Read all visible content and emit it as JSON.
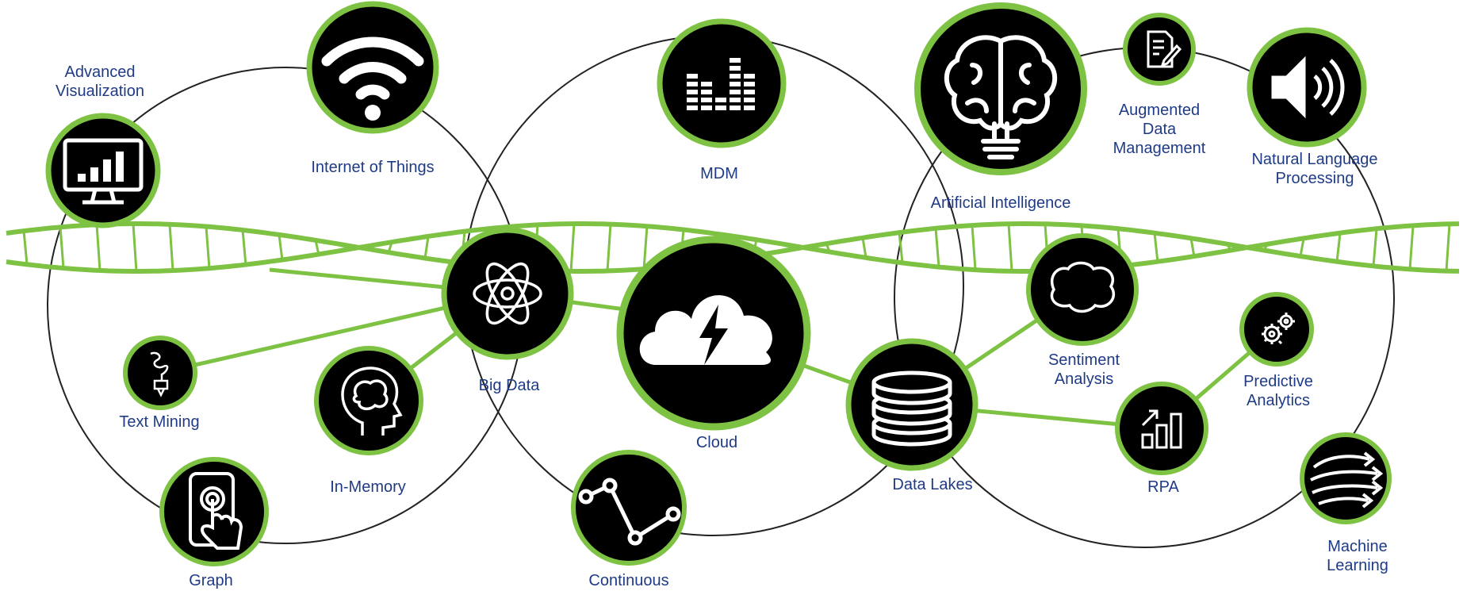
{
  "nodes": [
    {
      "id": "advanced-visualization",
      "label": "Advanced\nVisualization",
      "icon": "monitor-bar-chart-icon"
    },
    {
      "id": "internet-of-things",
      "label": "Internet of Things",
      "icon": "wifi-icon"
    },
    {
      "id": "mdm",
      "label": "MDM",
      "icon": "equalizer-icon"
    },
    {
      "id": "artificial-intelligence",
      "label": "Artificial Intelligence",
      "icon": "brain-bulb-icon"
    },
    {
      "id": "augmented-data-management",
      "label": "Augmented\nData\nManagement",
      "icon": "document-pen-icon"
    },
    {
      "id": "natural-language-processing",
      "label": "Natural Language\nProcessing",
      "icon": "speaker-icon"
    },
    {
      "id": "big-data",
      "label": "Big Data",
      "icon": "atom-icon"
    },
    {
      "id": "cloud",
      "label": "Cloud",
      "icon": "cloud-lightning-icon"
    },
    {
      "id": "sentiment-analysis",
      "label": "Sentiment\nAnalysis",
      "icon": "brain-icon"
    },
    {
      "id": "predictive-analytics",
      "label": "Predictive\nAnalytics",
      "icon": "gears-icon"
    },
    {
      "id": "text-mining",
      "label": "Text Mining",
      "icon": "drill-icon"
    },
    {
      "id": "in-memory",
      "label": "In-Memory",
      "icon": "head-brain-icon"
    },
    {
      "id": "data-lakes",
      "label": "Data Lakes",
      "icon": "database-icon"
    },
    {
      "id": "rpa",
      "label": "RPA",
      "icon": "growth-chart-icon"
    },
    {
      "id": "graph",
      "label": "Graph",
      "icon": "touch-tablet-icon"
    },
    {
      "id": "continuous",
      "label": "Continuous",
      "icon": "line-graph-icon"
    },
    {
      "id": "machine-learning",
      "label": "Machine Learning",
      "icon": "globe-arrows-icon"
    }
  ],
  "colors": {
    "accent": "#7dc242",
    "node_fill": "#000000",
    "label": "#1f3b86",
    "outline": "#222222"
  }
}
